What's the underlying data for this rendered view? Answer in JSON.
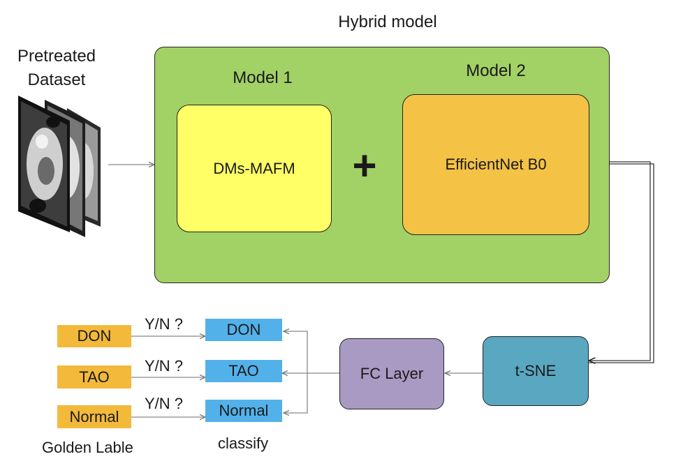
{
  "diagram": {
    "title": "Hybrid model",
    "dataset_label_line1": "Pretreated",
    "dataset_label_line2": "Dataset",
    "model1_title": "Model 1",
    "model1_name": "DMs-MAFM",
    "model2_title": "Model 2",
    "model2_name": "EfficientNet B0",
    "plus_sign": "+",
    "fc_layer": "FC Layer",
    "tsne": "t-SNE",
    "golden_labels": [
      "DON",
      "TAO",
      "Normal"
    ],
    "classify_labels": [
      "DON",
      "TAO",
      "Normal"
    ],
    "yn_label": "Y/N ?",
    "golden_caption": "Golden Lable",
    "classify_caption": "classify"
  },
  "colors": {
    "hybrid": "#a2d165",
    "model1": "#ffff66",
    "model2": "#f4c245",
    "fc": "#a89ac3",
    "tsne": "#5aa7c2",
    "golden": "#f3b93b",
    "classify": "#53b1ea"
  }
}
